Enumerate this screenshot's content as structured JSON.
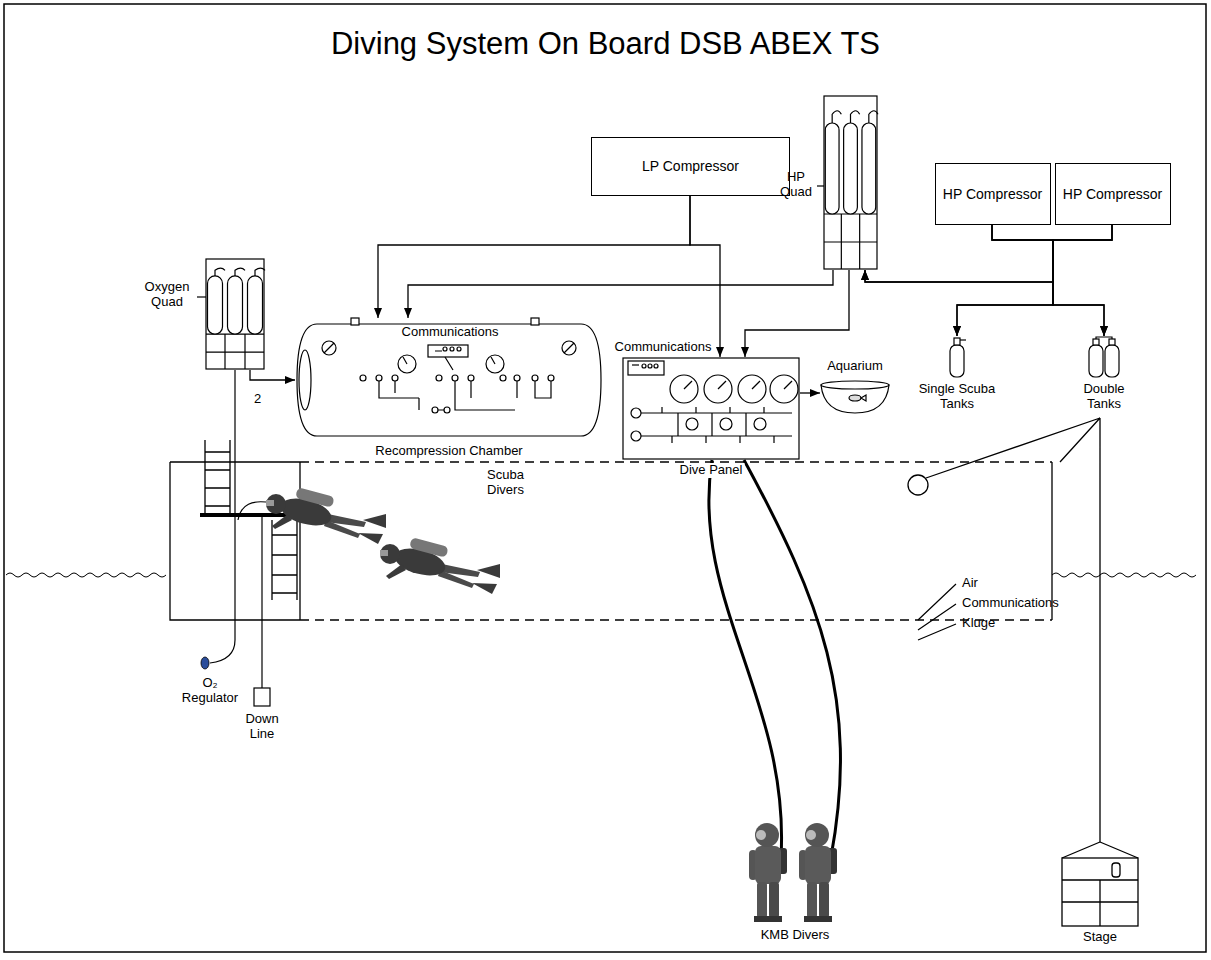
{
  "diagram": {
    "title": "Diving System On Board DSB ABEX TS",
    "nodes": [
      {
        "text": [
          "Oxygen Quad"
        ]
      },
      {
        "text": [
          "Recompression Chamber"
        ]
      },
      {
        "text": [
          "LP Compressor"
        ]
      },
      {
        "text": [
          "HP Quad"
        ]
      },
      {
        "text": [
          "HP Compressor"
        ]
      },
      {
        "text": [
          "HP Compressor"
        ]
      },
      {
        "text": [
          "Single Scuba Tanks"
        ]
      },
      {
        "text": [
          "Double Tanks"
        ]
      },
      {
        "text": [
          "Dive Panel"
        ]
      },
      {
        "text": [
          "Aquarium"
        ]
      }
    ],
    "edges": [
      {
        "from": 0,
        "to": 1,
        "arrow": "to"
      },
      {
        "from": 2,
        "to": 1,
        "arrow": "to"
      },
      {
        "from": 2,
        "to": 8,
        "arrow": "to"
      },
      {
        "from": 3,
        "to": 1,
        "arrow": "to"
      },
      {
        "from": 3,
        "to": 8,
        "arrow": "to"
      },
      {
        "from": 4,
        "to": 3,
        "arrow": "to"
      },
      {
        "from": 4,
        "to": 6,
        "arrow": "to"
      },
      {
        "from": 4,
        "to": 7,
        "arrow": "to"
      },
      {
        "from": 5,
        "to": 3,
        "arrow": "to"
      },
      {
        "from": 5,
        "to": 6,
        "arrow": "to"
      },
      {
        "from": 5,
        "to": 7,
        "arrow": "to"
      },
      {
        "from": 8,
        "to": 9,
        "arrow": "to"
      }
    ],
    "labels": [
      "Communications",
      "Communications",
      "2",
      "O₂ Regulator",
      "Down Line",
      "Scuba Divers",
      "Air",
      "Communications",
      "Kluge",
      "KMB Divers",
      "Stage"
    ]
  }
}
